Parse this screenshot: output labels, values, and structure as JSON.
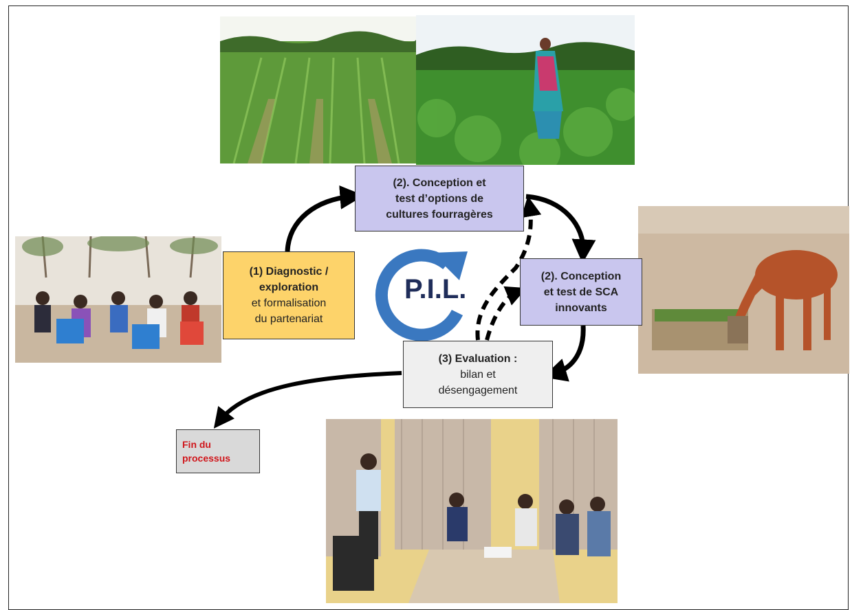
{
  "diagram": {
    "center_label": "P.I.L.",
    "nodes": {
      "diagnostic": {
        "line1": "(1) Diagnostic /",
        "line2": "exploration",
        "line3": "et formalisation",
        "line4": "du partenariat"
      },
      "conception_fourrage": {
        "line1": "(2). Conception et",
        "line2": "test d’options de",
        "line3": "cultures fourragères"
      },
      "conception_sca": {
        "line1": "(2). Conception",
        "line2": "et test de SCA",
        "line3": "innovants"
      },
      "evaluation": {
        "line1": "(3) Evaluation :",
        "line2": "bilan et",
        "line3": "désengagement"
      },
      "fin": {
        "line1": "Fin du",
        "line2": "processus"
      }
    },
    "photos": [
      "forage-field-photo",
      "farmer-in-field-photo",
      "community-meeting-photo",
      "cow-feeding-photo",
      "evaluation-meeting-photo"
    ]
  },
  "colors": {
    "diagnostic_fill": "#fdd36a",
    "conception_fill": "#c9c6ee",
    "evaluation_fill": "#efefef",
    "fin_fill": "#d9d9d9",
    "fin_text": "#d0161b",
    "pil_circle": "#3a78c0",
    "arrow": "#000000"
  }
}
